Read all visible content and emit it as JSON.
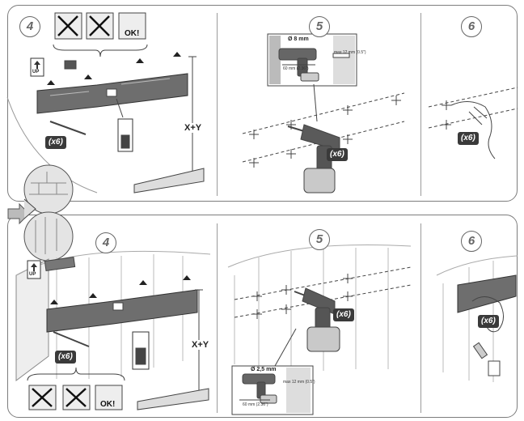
{
  "top": {
    "steps": [
      "4",
      "5",
      "6"
    ],
    "badges": [
      "(x6)",
      "(x6)",
      "(x6)"
    ],
    "measure_label": "X+Y",
    "drill_bit_label": "Ø 8 mm",
    "depth_label": "60 mm (2.36\")",
    "max_label": "max 12 mm (0.5\")",
    "ok_label": "OK!",
    "up_label": "UP"
  },
  "bottom": {
    "steps": [
      "4",
      "5",
      "6"
    ],
    "badges": [
      "(x6)",
      "(x6)",
      "(x6)"
    ],
    "measure_label": "X+Y",
    "drill_bit_label": "Ø 2,5 mm",
    "depth_label": "60 mm (2.36\")",
    "max_label": "max 12 mm (0.5\")",
    "ok_label": "OK!",
    "up_label": "UP"
  },
  "colors": {
    "frame": "#7d7d7d",
    "badge": "#3a3a3a",
    "drill_body": "#5a5a5a",
    "battery": "#c9c9c9"
  }
}
